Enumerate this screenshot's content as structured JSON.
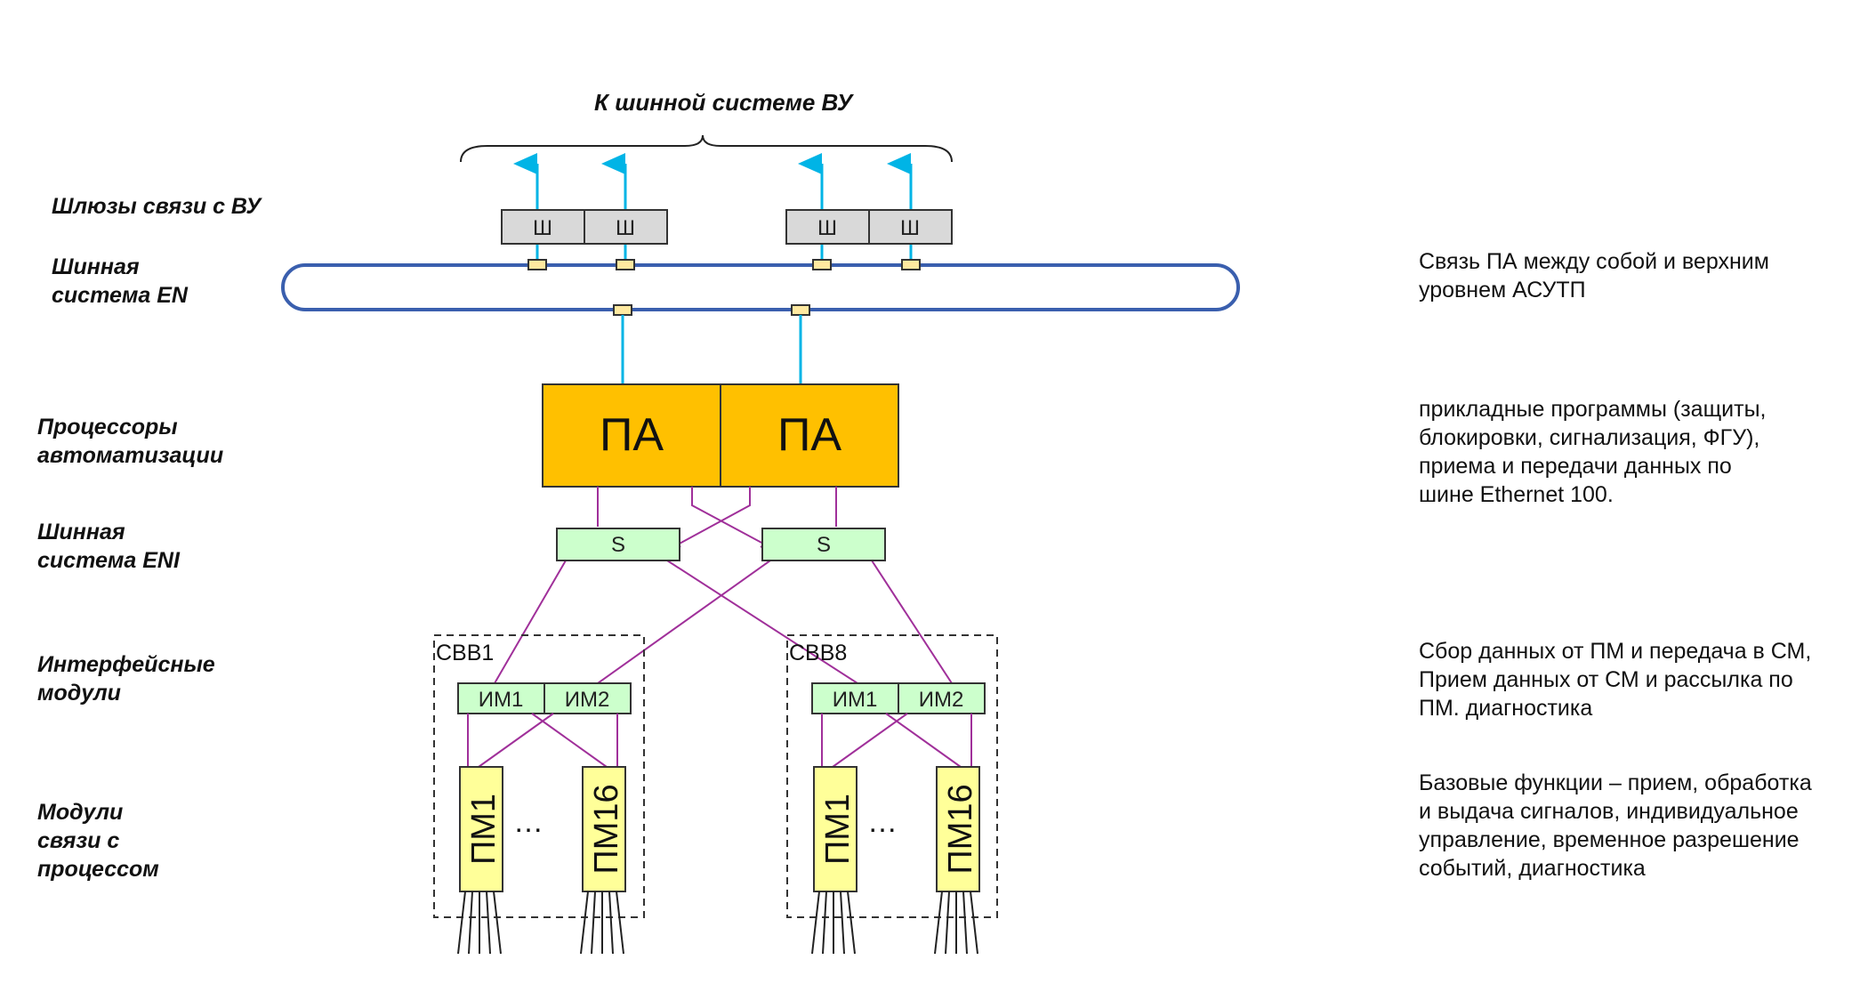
{
  "top_title": "К шинной системе ВУ",
  "left_labels": {
    "gateways": "Шлюзы связи с ВУ",
    "bus_en": "Шинная\nсистема EN",
    "processors": "Процессоры\nавтоматизации",
    "bus_eni": "Шинная\nсистема ENI",
    "interface_modules": "Интерфейсные\nмодули",
    "process_modules": "Модули\nсвязи с\nпроцессом"
  },
  "right_descriptions": {
    "en": "Связь ПА между собой и верхним\nуровнем АСУТП",
    "pa": "прикладные программы (защиты,\nблокировки, сигнализация, ФГУ),\nприема и передачи данных по\nшине Ethernet 100.",
    "im": "Сбор данных от ПМ и передача в СМ,\nПрием данных от СМ и рассылка по\nПМ. диагностика",
    "pm": "Базовые функции – прием, обработка\nи выдача сигналов, индивидуальное\nуправление, временное разрешение\nсобытий, диагностика"
  },
  "gateway_label": "Ш",
  "processor_label": "ПА",
  "switch_label": "S",
  "groups": [
    {
      "name": "СВВ1",
      "im": [
        "ИМ1",
        "ИМ2"
      ],
      "pm_first": "ПМ1",
      "pm_last": "ПМ16",
      "ellipsis": "…"
    },
    {
      "name": "СВВ8",
      "im": [
        "ИМ1",
        "ИМ2"
      ],
      "pm_first": "ПМ1",
      "pm_last": "ПМ16",
      "ellipsis": "…"
    }
  ],
  "colors": {
    "bus_ring": "#3a5fae",
    "uplink": "#00b4e6",
    "eni_link": "#a0309a",
    "gateway_fill": "#d9d9d9",
    "port_fill": "#ffe9a0",
    "processor_fill": "#ffc000",
    "switch_fill": "#ccffcc",
    "im_fill": "#ccffcc",
    "pm_fill": "#ffff99"
  }
}
